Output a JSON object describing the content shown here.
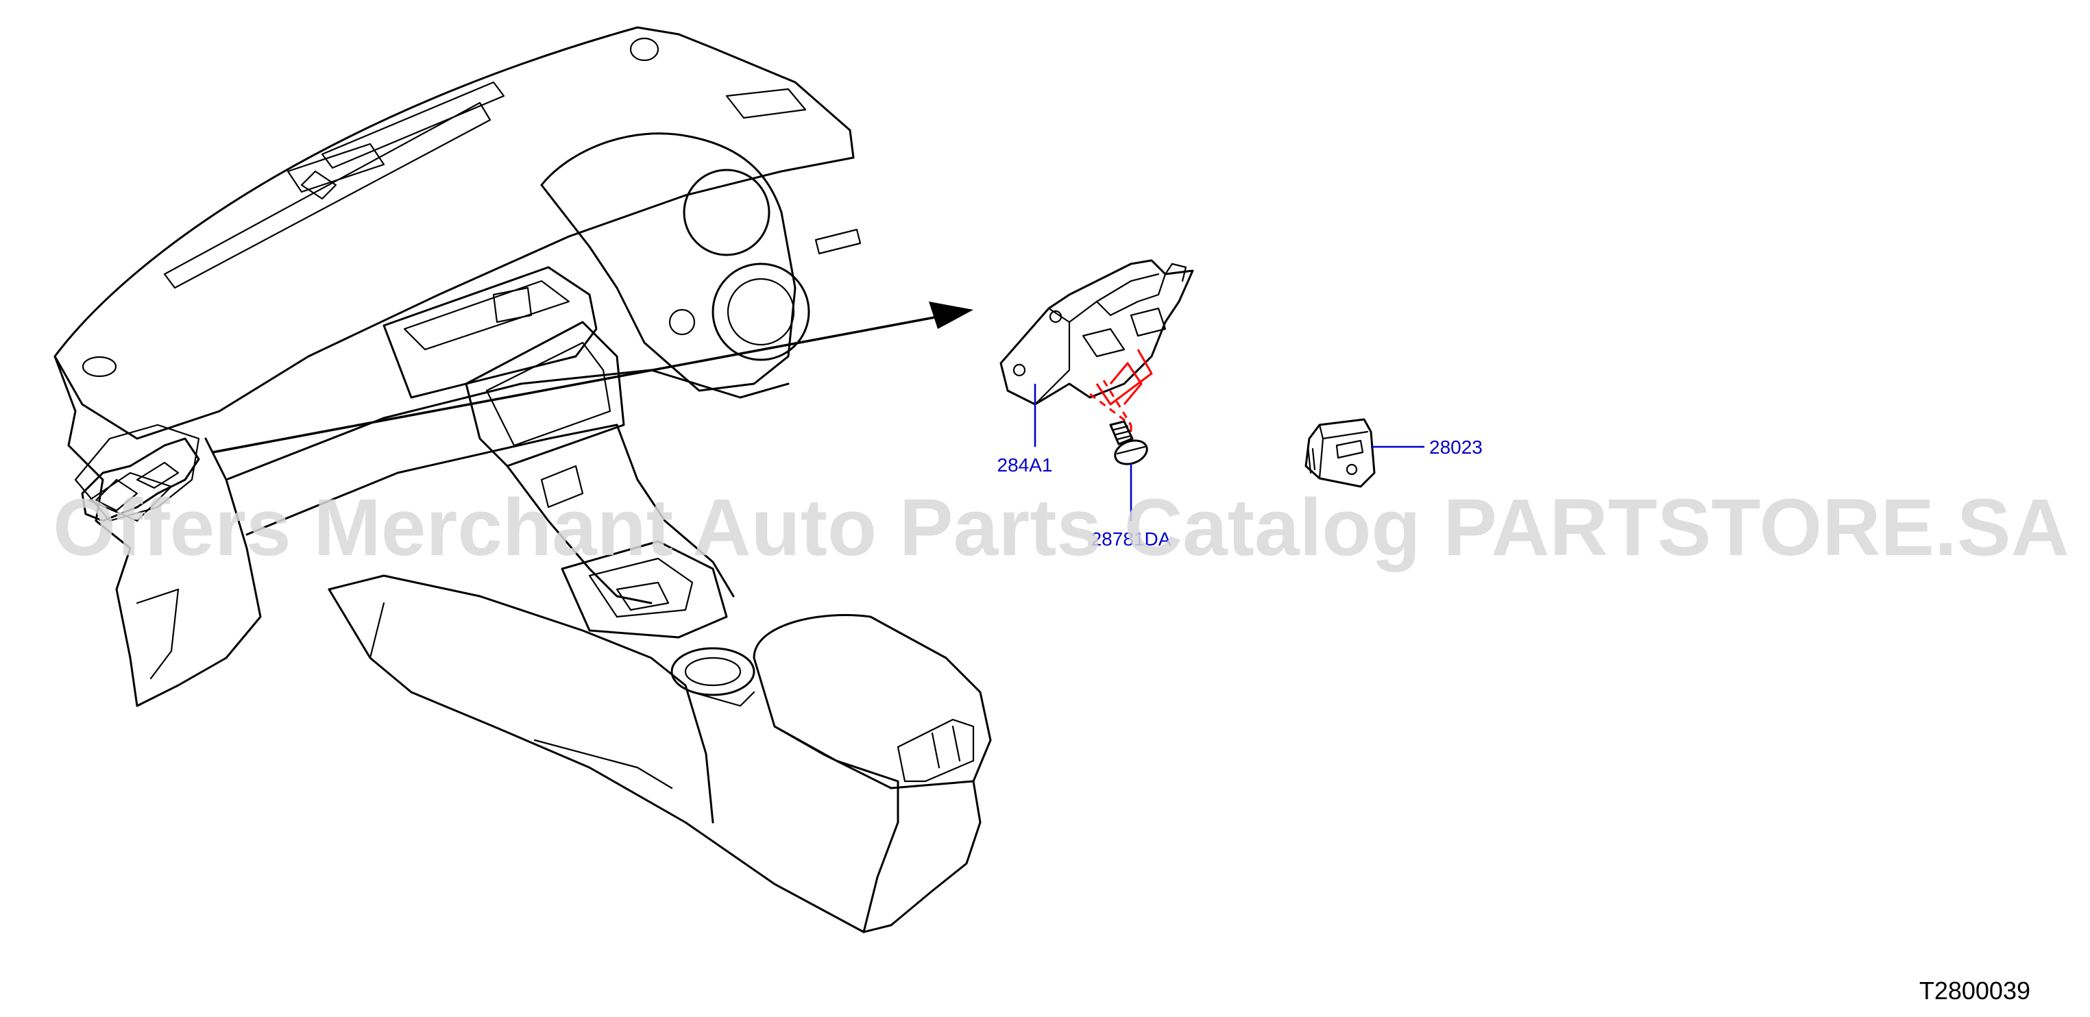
{
  "colors": {
    "line": "#000000",
    "label": "#0000cc",
    "highlight": "#ff0000",
    "watermark": "#d9d9d9"
  },
  "parts": [
    {
      "number": "284A1"
    },
    {
      "number": "28781DA"
    },
    {
      "number": "28023"
    }
  ],
  "diagram_code": "T2800039",
  "watermark": "Offers Merchant Auto Parts Catalog PARTSTORE.SA"
}
